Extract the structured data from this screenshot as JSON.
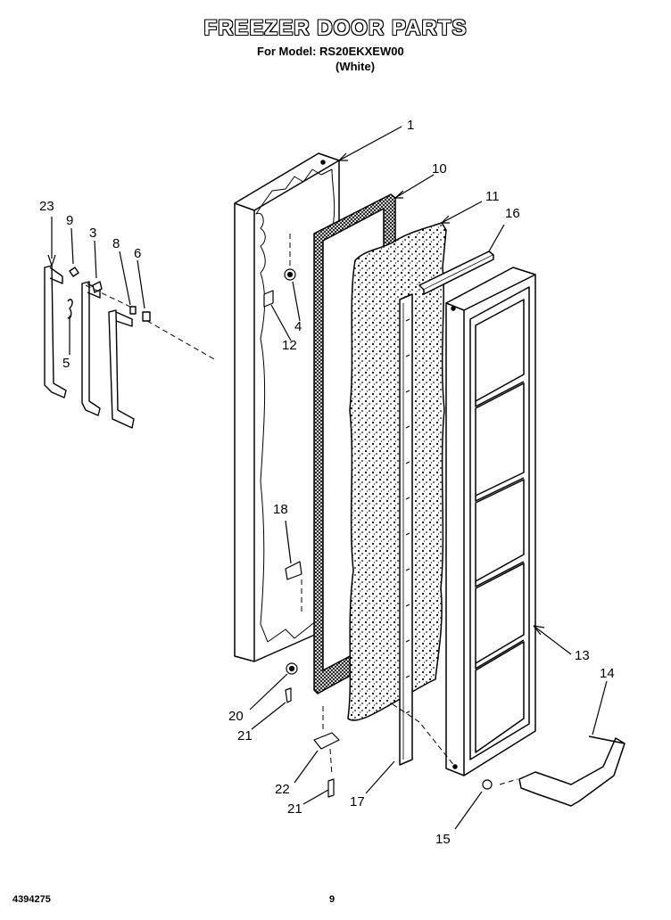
{
  "header": {
    "title": "FREEZER DOOR PARTS",
    "model_line": "For Model: RS20EKXEW00",
    "color_line": "(White)"
  },
  "footer": {
    "part_number": "4394275",
    "page_number": "9"
  },
  "callouts": [
    "1",
    "10",
    "11",
    "16",
    "23",
    "9",
    "3",
    "8",
    "6",
    "4",
    "12",
    "5",
    "18",
    "13",
    "14",
    "20",
    "21",
    "22",
    "21",
    "17",
    "15"
  ]
}
